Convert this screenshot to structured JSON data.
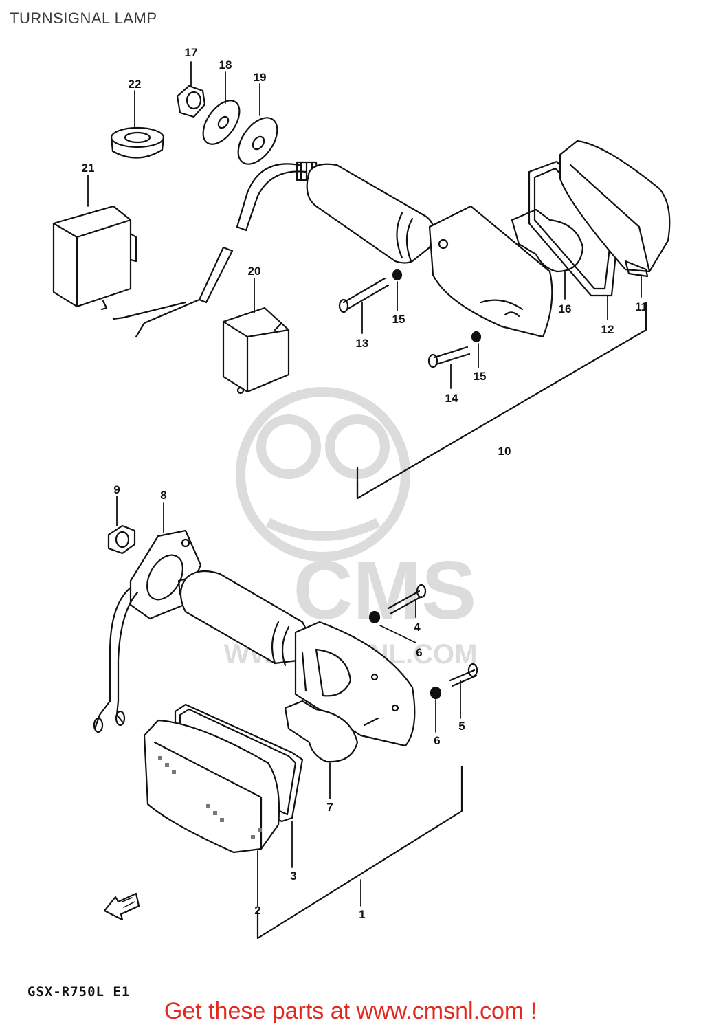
{
  "page": {
    "title": "TURNSIGNAL LAMP",
    "model_code": "GSX-R750L E1",
    "cta_text": "Get these parts at www.cmsnl.com !",
    "cta_color": "#e3281e"
  },
  "watermark": {
    "logo_text": "CMS",
    "url_text": "WWW.CMSNL.COM",
    "color": "#d9d9d9"
  },
  "callouts": {
    "c1": "1",
    "c2": "2",
    "c3": "3",
    "c4": "4",
    "c5": "5",
    "c6a": "6",
    "c6b": "6",
    "c7": "7",
    "c8": "8",
    "c9": "9",
    "c10": "10",
    "c11": "11",
    "c12": "12",
    "c13": "13",
    "c14": "14",
    "c15a": "15",
    "c15b": "15",
    "c16": "16",
    "c17": "17",
    "c18": "18",
    "c19": "19",
    "c20": "20",
    "c21": "21",
    "c22": "22"
  },
  "icons": {
    "front_arrow": "front-arrow-icon"
  }
}
